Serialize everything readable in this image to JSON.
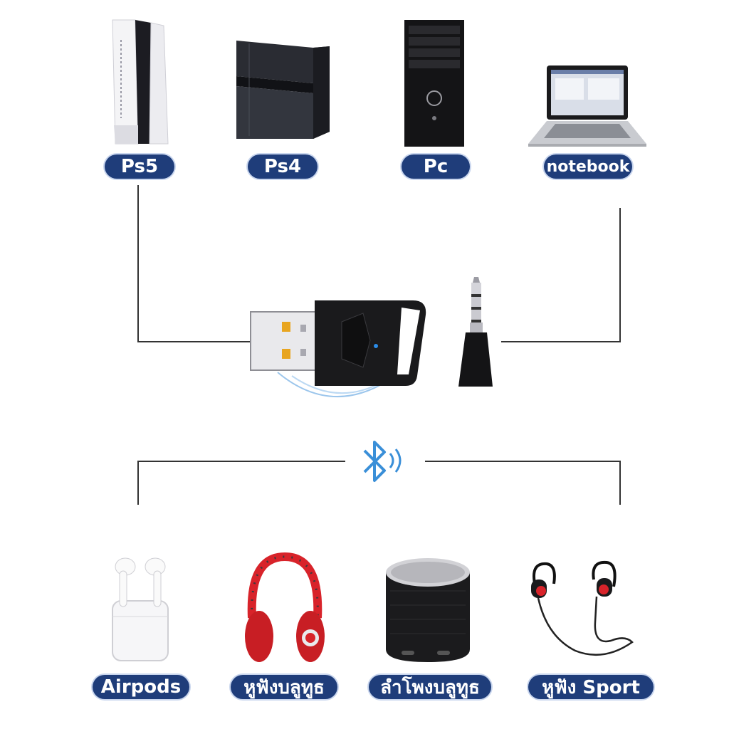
{
  "top_devices": [
    {
      "label": "Ps5",
      "icon": "ps5-console-icon"
    },
    {
      "label": "Ps4",
      "icon": "ps4-console-icon"
    },
    {
      "label": "Pc",
      "icon": "desktop-tower-icon"
    },
    {
      "label": "notebook",
      "icon": "laptop-icon"
    }
  ],
  "bottom_devices": [
    {
      "label": "Airpods",
      "icon": "airpods-icon"
    },
    {
      "label": "หูฟังบลูทูธ",
      "icon": "bluetooth-headphones-icon"
    },
    {
      "label": "ลำโพงบลูทูธ",
      "icon": "bluetooth-speaker-icon"
    },
    {
      "label": "หูฟัง Sport",
      "icon": "sport-earphones-icon"
    }
  ],
  "center": {
    "adapter_icon": "usb-bluetooth-adapter-icon",
    "jack_icon": "audio-jack-adapter-icon",
    "bluetooth_icon": "bluetooth-icon"
  },
  "colors": {
    "pill": "#1f3d7a",
    "line": "#333333",
    "bluetooth": "#3a8fd8",
    "accent_red": "#d8232a"
  }
}
